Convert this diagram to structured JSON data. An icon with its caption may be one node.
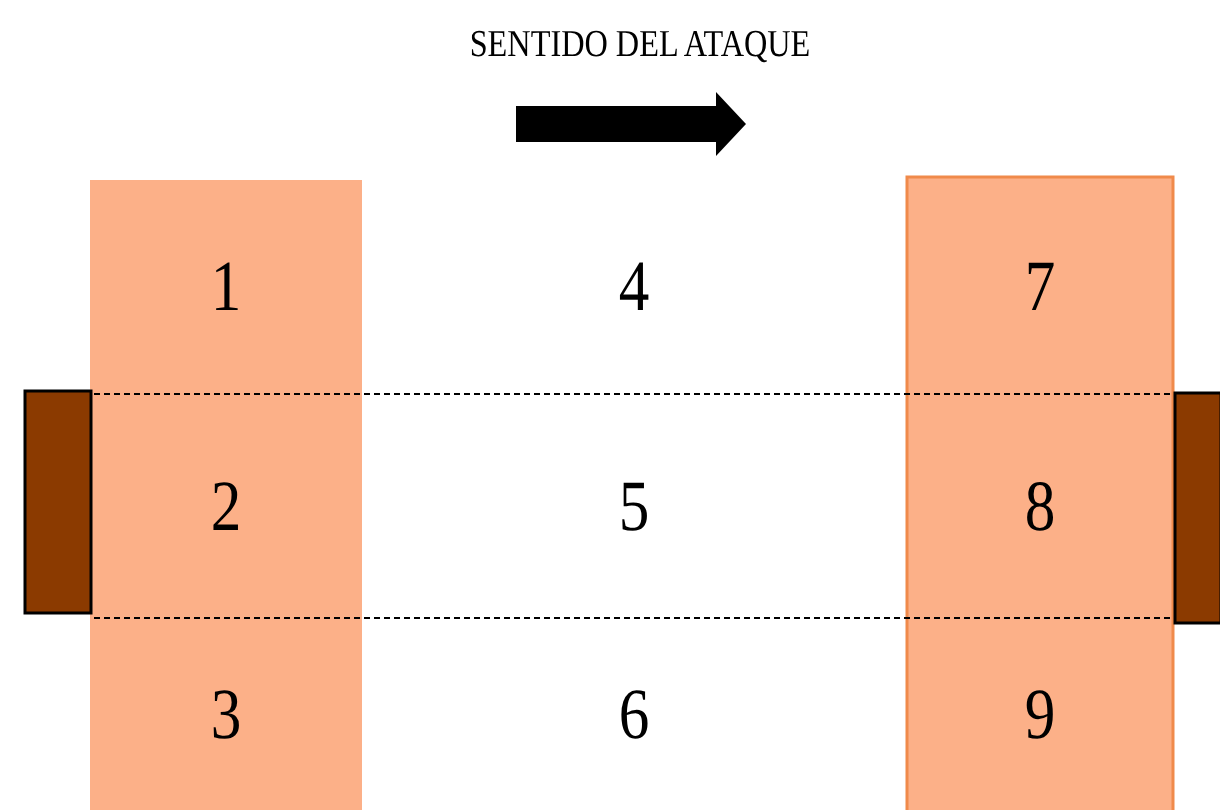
{
  "diagram": {
    "nodes": [
      {
        "text": [
          "1"
        ]
      },
      {
        "text": [
          "4"
        ]
      },
      {
        "text": [
          "7"
        ]
      },
      {
        "text": [
          "2"
        ]
      },
      {
        "text": [
          "5"
        ]
      },
      {
        "text": [
          "8"
        ]
      },
      {
        "text": [
          "3"
        ]
      },
      {
        "text": [
          "6"
        ]
      },
      {
        "text": [
          "9"
        ]
      },
      {
        "text": [],
        "shape": "box"
      },
      {
        "text": [],
        "shape": "box"
      }
    ],
    "labels": [
      "SENTIDO DEL ATAQUE"
    ]
  }
}
